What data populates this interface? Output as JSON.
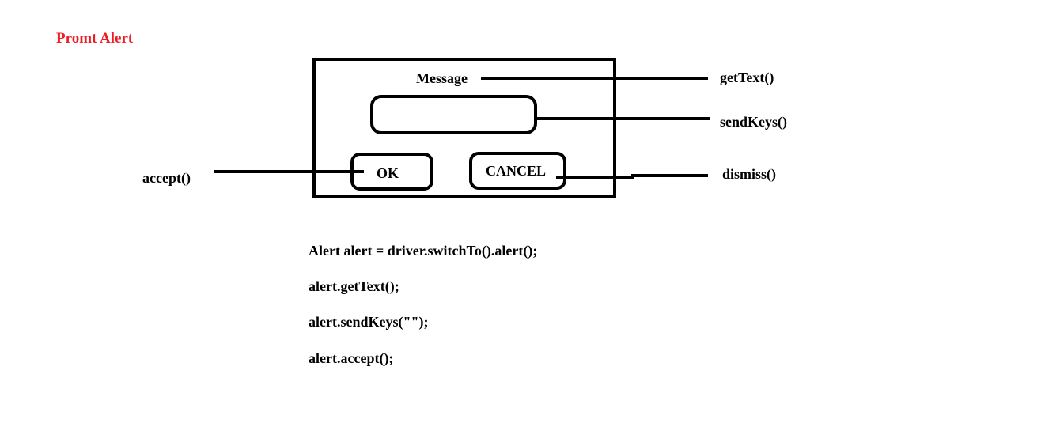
{
  "title": "Promt Alert",
  "dialog": {
    "message": "Message",
    "ok_label": "OK",
    "cancel_label": "CANCEL"
  },
  "methods": {
    "get_text": "getText()",
    "send_keys": "sendKeys()",
    "accept": "accept()",
    "dismiss": "dismiss()"
  },
  "code_lines": [
    "Alert alert = driver.switchTo().alert();",
    "alert.getText();",
    "alert.sendKeys(\"\");",
    "alert.accept();"
  ],
  "colors": {
    "title": "#ed1c24",
    "stroke": "#000000"
  }
}
